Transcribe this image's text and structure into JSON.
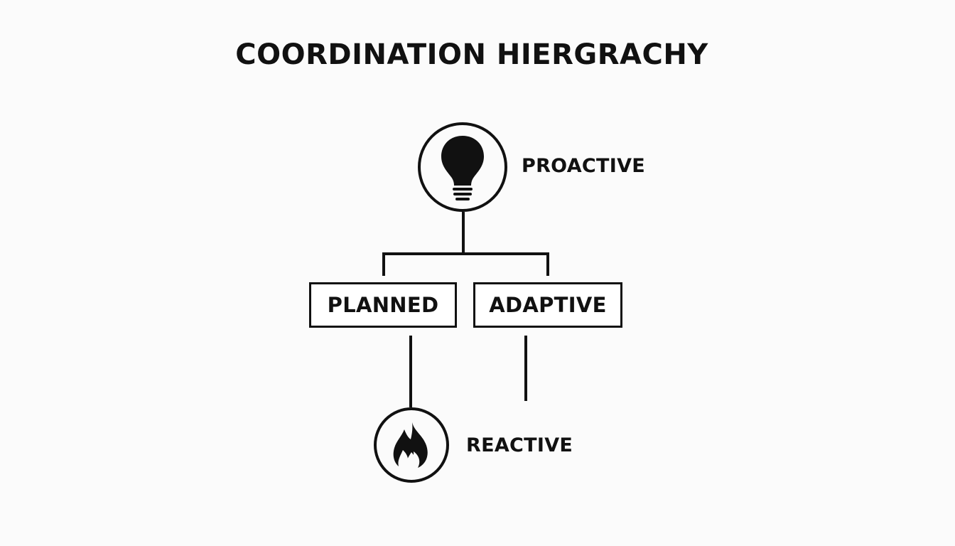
{
  "title": "COORDINATION HIERGRACHY",
  "nodes": {
    "proactive": {
      "label": "PROACTIVE",
      "icon": "lightbulb-icon"
    },
    "planned": {
      "label": "PLANNED"
    },
    "adaptive": {
      "label": "ADAPTIVE"
    },
    "reactive": {
      "label": "REACTIVE",
      "icon": "fire-icon"
    }
  },
  "colors": {
    "background": "#fbfbfb",
    "stroke": "#111111"
  }
}
